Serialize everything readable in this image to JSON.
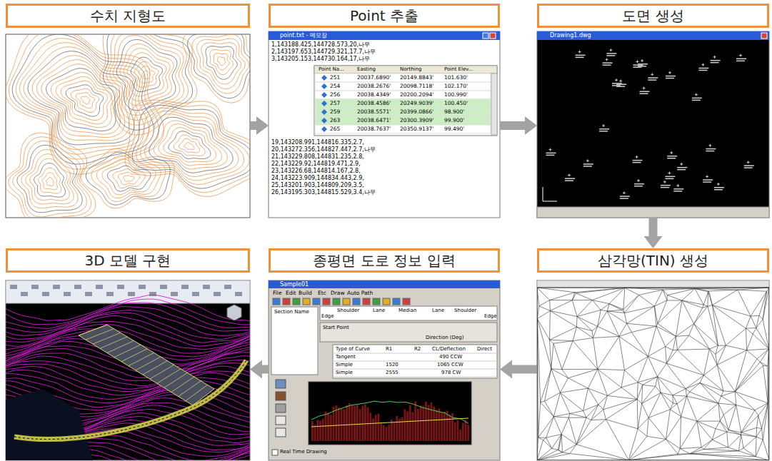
{
  "diagram": {
    "nodes": [
      {
        "text": [
          "수치 지형도"
        ]
      },
      {
        "text": [
          "Point 추출"
        ]
      },
      {
        "text": [
          "도면 생성"
        ]
      },
      {
        "text": [
          "삼각망(TIN) 생성"
        ]
      },
      {
        "text": [
          "종평면 도로 정보 입력"
        ]
      },
      {
        "text": [
          "3D 모델 구현"
        ]
      }
    ],
    "edges": [
      {
        "from": 0,
        "to": 1,
        "arrow": "to"
      },
      {
        "from": 1,
        "to": 2,
        "arrow": "to"
      },
      {
        "from": 2,
        "to": 3,
        "arrow": "to"
      },
      {
        "from": 3,
        "to": 4,
        "arrow": "to"
      },
      {
        "from": 4,
        "to": 5,
        "arrow": "to"
      }
    ],
    "labels": [
      "point.txt - 메모장",
      "1,143188.425,144728.573,20,나무",
      "2,143197.653,144729.321,17.7,나무",
      "3,143205.153,144730.164,17,나무",
      "Point Na...",
      "Easting",
      "Northing",
      "Point Elev...",
      "251",
      "20037.6890'",
      "20149.8843'",
      "101.630'",
      "254",
      "20038.2676'",
      "20098.7118'",
      "102.170'",
      "256",
      "20038.4349'",
      "20200.2094'",
      "100.990'",
      "257",
      "20038.4586'",
      "20249.9039'",
      "100.450'",
      "259",
      "20038.5571'",
      "20399.0866'",
      "98.900'",
      "263",
      "20038.6471'",
      "20300.3909'",
      "99.900'",
      "265",
      "20038.7637'",
      "20350.9137'",
      "99.490'",
      "19,143208.991,144816.335,2.7,",
      "20,143272.356,144827.447,2.7,나무",
      "21,143229.808,144831.235,2.8,",
      "22,143229.92,144819.471,2.9,",
      "23,143226.68,144814.167,2.8,",
      "24,143223.909,144834.443,2.9,",
      "25,143201.903,144809.209,3.5,",
      "26,143195.303,144815.529,3.4,나무",
      "Drawing1.dwg",
      "Sample01",
      "File",
      "Edit",
      "Build",
      "Etc",
      "Draw",
      "Auto Path",
      "Section Name",
      "Edge",
      "Shoulder",
      "Lane",
      "Median",
      "Lane",
      "Shoulder",
      "Edge",
      "Start Point",
      "Direction (Deg)",
      "Type of Curve",
      "R1",
      "R2",
      "CL/Deflection",
      "Direct",
      "Tangent",
      "Simple",
      "Simple",
      "1520",
      "2555",
      "490 CCW",
      "1065 CCW",
      "978 CW",
      "Real Time Drawing"
    ]
  }
}
